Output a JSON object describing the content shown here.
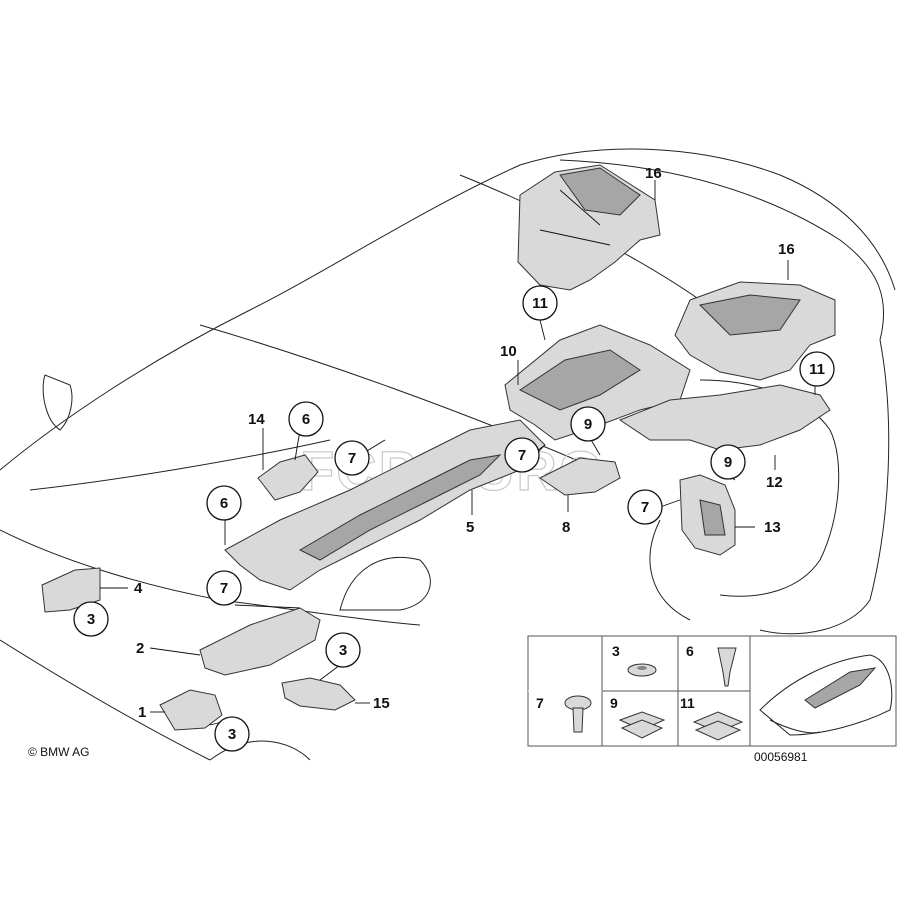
{
  "diagram": {
    "callouts": [
      {
        "id": "c16a",
        "text": "16"
      },
      {
        "id": "c16b",
        "text": "16"
      },
      {
        "id": "c11a",
        "text": "11"
      },
      {
        "id": "c11b",
        "text": "11"
      },
      {
        "id": "c10",
        "text": "10"
      },
      {
        "id": "c14",
        "text": "14"
      },
      {
        "id": "c6a",
        "text": "6"
      },
      {
        "id": "c7a",
        "text": "7"
      },
      {
        "id": "c7b",
        "text": "7"
      },
      {
        "id": "c9a",
        "text": "9"
      },
      {
        "id": "c9b",
        "text": "9"
      },
      {
        "id": "c12",
        "text": "12"
      },
      {
        "id": "c6b",
        "text": "6"
      },
      {
        "id": "c5",
        "text": "5"
      },
      {
        "id": "c8",
        "text": "8"
      },
      {
        "id": "c7c",
        "text": "7"
      },
      {
        "id": "c13",
        "text": "13"
      },
      {
        "id": "c4",
        "text": "4"
      },
      {
        "id": "c3a",
        "text": "3"
      },
      {
        "id": "c7d",
        "text": "7"
      },
      {
        "id": "c2",
        "text": "2"
      },
      {
        "id": "c3b",
        "text": "3"
      },
      {
        "id": "c1",
        "text": "1"
      },
      {
        "id": "c15",
        "text": "15"
      },
      {
        "id": "c3c",
        "text": "3"
      }
    ],
    "legend": {
      "items": [
        {
          "text": "3"
        },
        {
          "text": "6"
        },
        {
          "text": "7"
        },
        {
          "text": "9"
        },
        {
          "text": "11"
        }
      ]
    },
    "copyright": "© BMW AG",
    "diagram_number": "00056981",
    "watermark": "FCP EURO"
  }
}
